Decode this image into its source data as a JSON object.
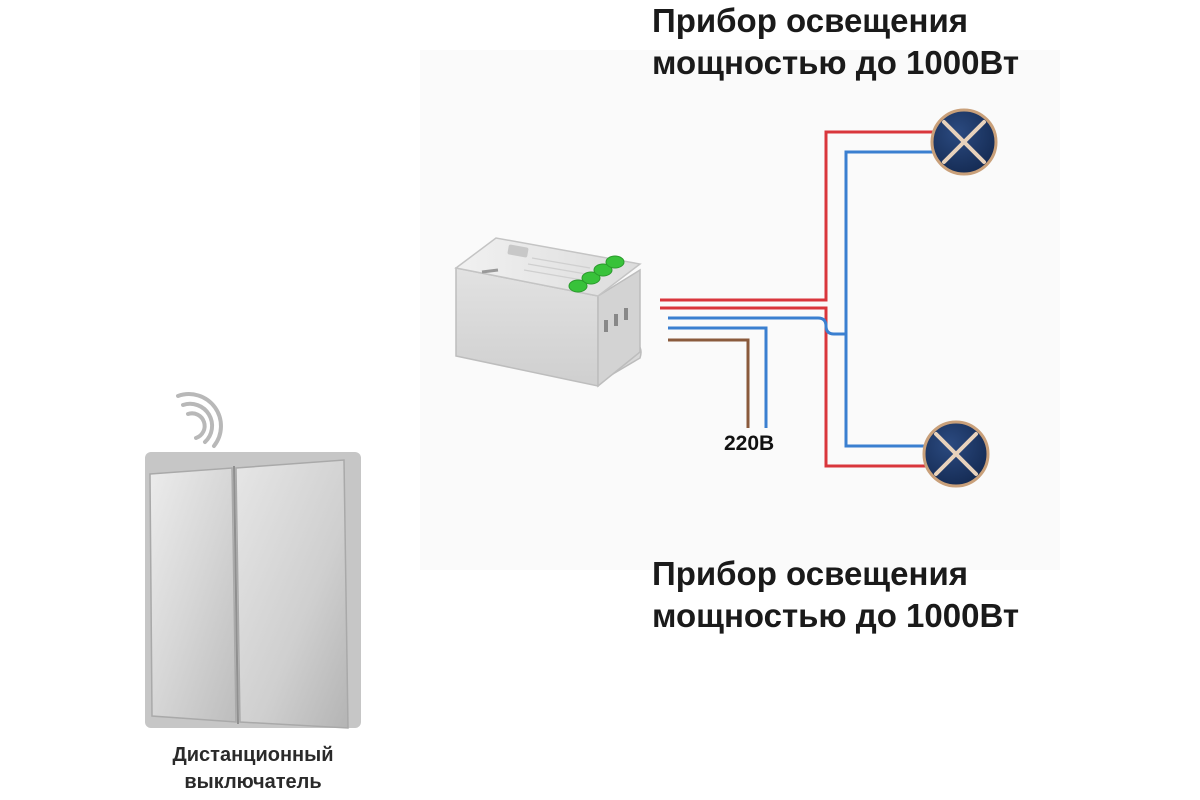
{
  "lamp_top": {
    "line1": "Прибор освещения",
    "line2": "мощностью до 1000Вт"
  },
  "lamp_bottom": {
    "line1": "Прибор освещения",
    "line2": "мощностью до 1000Вт"
  },
  "switch": {
    "line1": "Дистанционный",
    "line2": "выключатель"
  },
  "supply_voltage": "220В",
  "colors": {
    "phase_wire": "#d9363c",
    "neutral_wire": "#3a7fd0",
    "supply_phase_wire": "#8a5a3c",
    "lamp_fill": "#1e3563",
    "lamp_ring": "#c9a07a",
    "relay_body": "#e9e9e9",
    "relay_terminals": "#38c23a",
    "switch_panel": "#d4d4d4"
  }
}
